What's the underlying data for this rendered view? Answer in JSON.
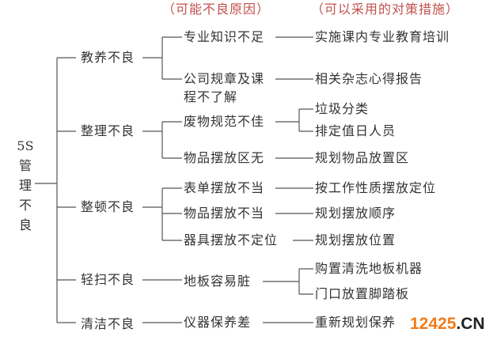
{
  "headers": {
    "causes": "（可能不良原因）",
    "measures": "（可以采用的对策措施）"
  },
  "root": {
    "line1": "5S",
    "chars": [
      "管",
      "理",
      "不",
      "良"
    ]
  },
  "branches": [
    {
      "label": "教养不良",
      "causes": [
        {
          "label": "专业知识不足",
          "measures": [
            "实施课内专业教育培训"
          ]
        },
        {
          "label": "公司规章及课",
          "label2": "程不了解",
          "measures": [
            "相关杂志心得报告"
          ]
        }
      ]
    },
    {
      "label": "整理不良",
      "causes": [
        {
          "label": "废物规范不佳",
          "measures": [
            "垃圾分类",
            "排定值日人员"
          ]
        },
        {
          "label": "物品摆放区无",
          "measures": [
            "规划物品放置区"
          ]
        }
      ]
    },
    {
      "label": "整顿不良",
      "causes": [
        {
          "label": "表单摆放不当",
          "measures": [
            "按工作性质摆放定位"
          ]
        },
        {
          "label": "物品摆放不当",
          "measures": [
            "规划摆放顺序"
          ]
        },
        {
          "label": "器具摆放不定位",
          "measures": [
            "规划摆放位置"
          ]
        }
      ]
    },
    {
      "label": "轻扫不良",
      "causes": [
        {
          "label": "地板容易脏",
          "measures": [
            "购置清洗地板机器",
            "门口放置脚踏板"
          ]
        }
      ]
    },
    {
      "label": "清洁不良",
      "causes": [
        {
          "label": "仪器保养差",
          "measures": [
            "重新规划保养"
          ]
        }
      ]
    }
  ],
  "watermark": {
    "number": "12425",
    "suffix": ".CN"
  }
}
